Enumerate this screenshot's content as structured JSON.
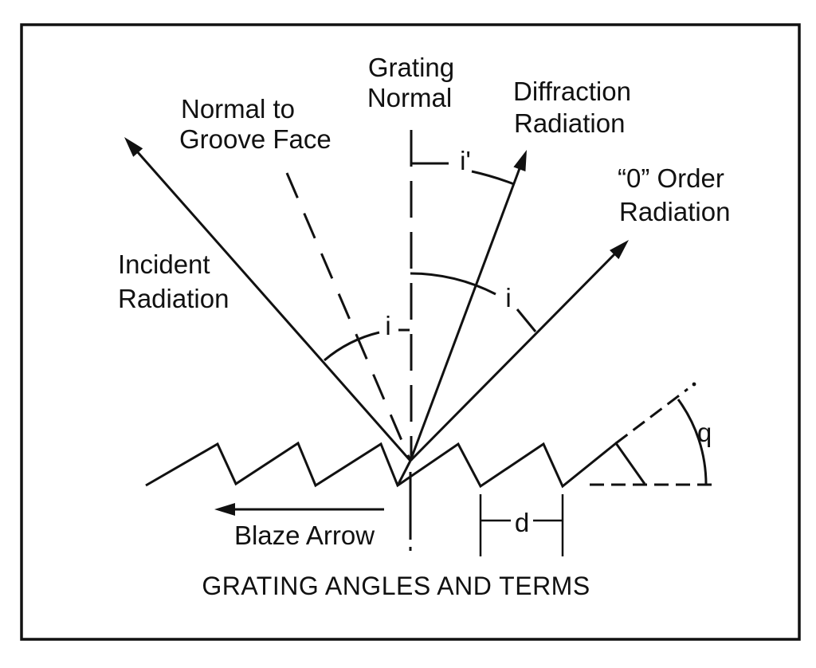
{
  "figure": {
    "title": "GRATING ANGLES AND TERMS",
    "labels": {
      "grating_normal": {
        "line1": "Grating",
        "line2": "Normal"
      },
      "diffraction": {
        "line1": "Diffraction",
        "line2": "Radiation"
      },
      "zero_order": {
        "line1": "“0” Order",
        "line2": "Radiation"
      },
      "groove_normal": {
        "line1": "Normal to",
        "line2": "Groove Face"
      },
      "incident": {
        "line1": "Incident",
        "line2": "Radiation"
      },
      "blaze_arrow": "Blaze Arrow"
    },
    "angle_labels": {
      "diffraction_angle": "i'",
      "incidence_angle": "i",
      "zero_order_angle": "i",
      "blaze_angle": "q",
      "groove_spacing": "d"
    },
    "colors": {
      "line": "#111111",
      "background": "#ffffff"
    }
  }
}
